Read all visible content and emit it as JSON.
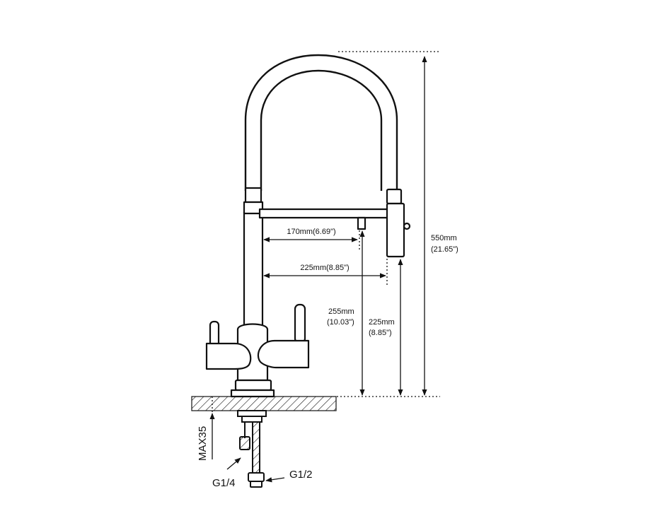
{
  "dimensions": {
    "spout_reach_filtered": "170mm(6.69\")",
    "spout_reach_main": "225mm(8.85\")",
    "total_height_mm": "550mm",
    "total_height_in": "(21.65\")",
    "filtered_outlet_height_mm": "255mm",
    "filtered_outlet_height_in": "(10.03\")",
    "main_outlet_height_mm": "225mm",
    "main_outlet_height_in": "(8.85\")",
    "max_counter_thickness": "MAX35"
  },
  "connectors": {
    "small": "G1/4",
    "large": "G1/2"
  },
  "colors": {
    "line": "#111111",
    "fill": "#ffffff"
  }
}
